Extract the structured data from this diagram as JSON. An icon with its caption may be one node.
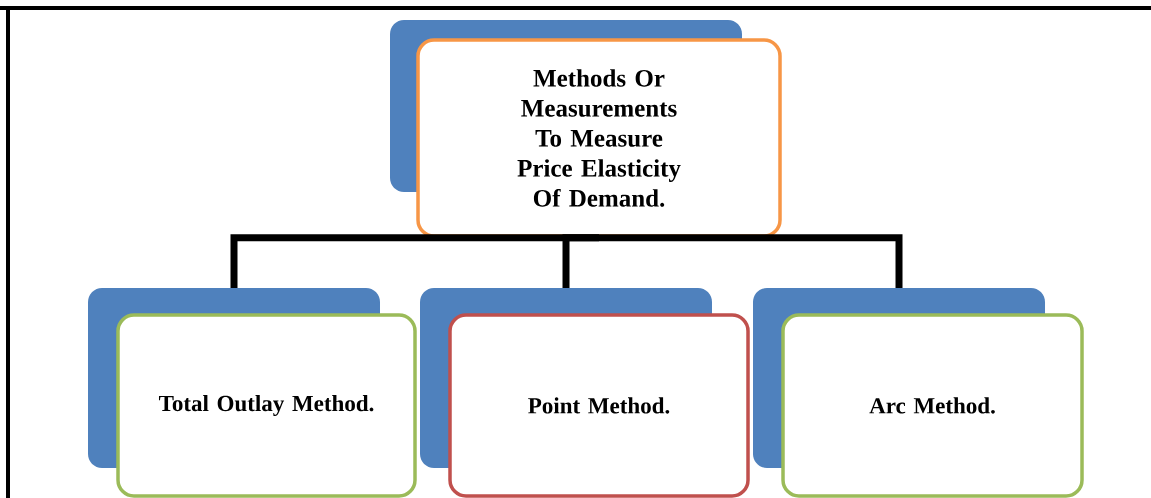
{
  "diagram": {
    "nodes": [
      {
        "text": [
          "Methods Or Measurements To Measure Price Elasticity Of Demand."
        ]
      },
      {
        "text": [
          "Total Outlay Method."
        ]
      },
      {
        "text": [
          "Point Method."
        ]
      },
      {
        "text": [
          "Arc Method."
        ]
      }
    ],
    "edges": [
      {
        "from": 0,
        "to": 1,
        "arrow": "none"
      },
      {
        "from": 0,
        "to": 2,
        "arrow": "none"
      },
      {
        "from": 0,
        "to": 3,
        "arrow": "none"
      }
    ]
  }
}
